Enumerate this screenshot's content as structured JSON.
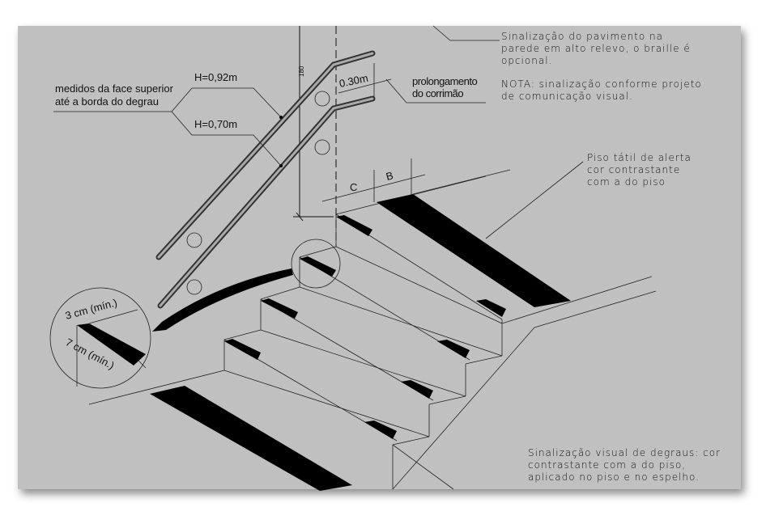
{
  "labels": {
    "measured_from_line1": "medidos da face superior",
    "measured_from_line2": "até a borda do degrau",
    "h_upper": "H=0,92m",
    "h_lower": "H=0,70m",
    "dim_180": "180",
    "extension_dim": "0.30m",
    "extension_line1": "prolongamento",
    "extension_line2": "do corrimão",
    "dim_c": "C",
    "dim_b": "B",
    "detail_3cm": "3 cm (mín.)",
    "detail_7cm": "7 cm (mín.)"
  },
  "notes": {
    "wall_sign": [
      "Sinalização do pavimento na",
      "parede em alto relevo, o braille é",
      "opcional."
    ],
    "nota": [
      "NOTA: sinalização conforme projeto",
      "de comunicação visual."
    ],
    "tactile": [
      "Piso tátil de alerta",
      "cor contrastante",
      "com a do piso"
    ],
    "step_marking": [
      "Sinalização visual de degraus: cor",
      "contrastante com a do piso,",
      "aplicado no piso e no espelho."
    ]
  },
  "colors": {
    "background": "#c0c0c0",
    "ink": "#000000"
  }
}
